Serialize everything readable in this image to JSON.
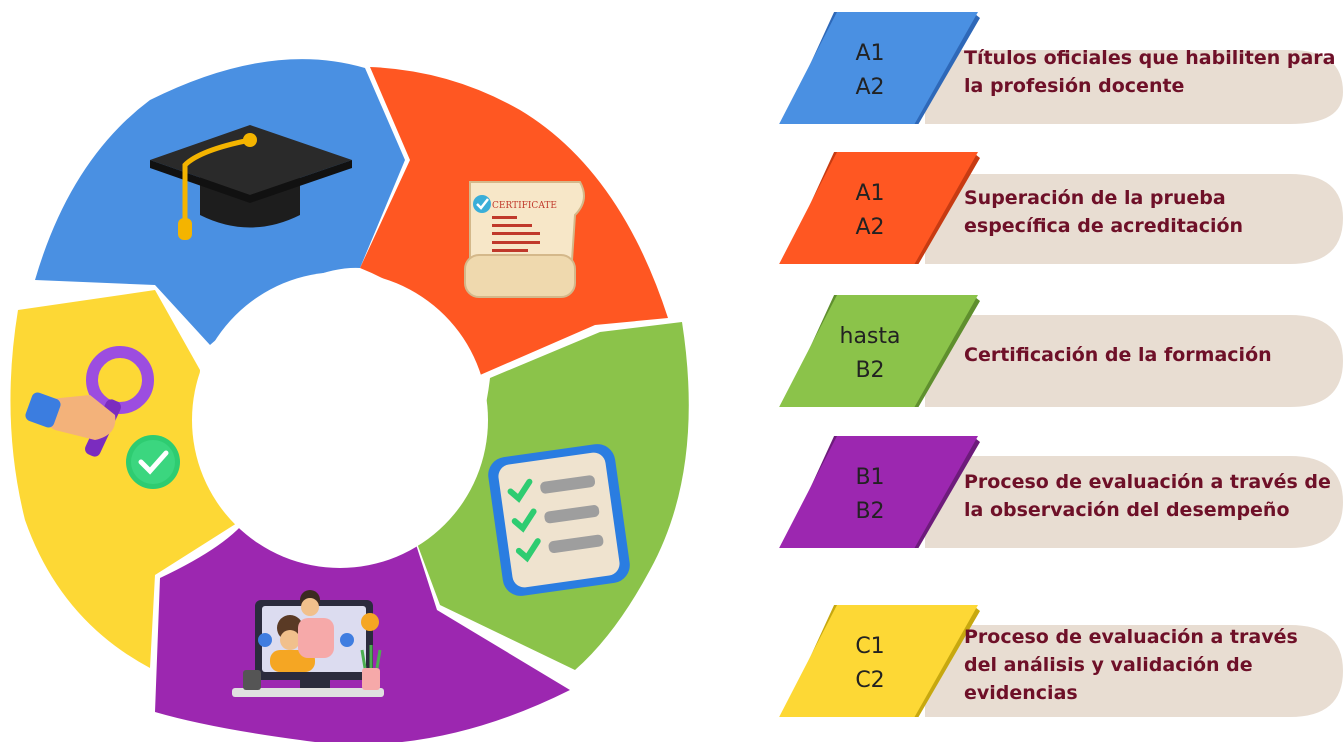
{
  "cycle_segments": [
    {
      "id": "titulos",
      "color": "#4a90e2",
      "icon": "graduation-cap-icon"
    },
    {
      "id": "prueba",
      "color": "#ff5722",
      "icon": "certificate-scroll-icon"
    },
    {
      "id": "formacion",
      "color": "#8bc34a",
      "icon": "checklist-icon"
    },
    {
      "id": "observacion",
      "color": "#9c27b0",
      "icon": "online-class-icon"
    },
    {
      "id": "evidencias",
      "color": "#fdd835",
      "icon": "magnifier-check-icon"
    }
  ],
  "certificate_text": "CERTIFICATE",
  "rows": [
    {
      "level_1": "A1",
      "level_2": "A2",
      "text": "Títulos oficiales que habiliten para la profesión docente",
      "color": "#4a90e2",
      "dark": "#2e68b8"
    },
    {
      "level_1": "A1",
      "level_2": "A2",
      "text": "Superación de la prueba específica de acreditación",
      "color": "#ff5722",
      "dark": "#c73b12"
    },
    {
      "level_1": "hasta",
      "level_2": "B2",
      "text": "Certificación de la formación",
      "color": "#8bc34a",
      "dark": "#5f8f2e"
    },
    {
      "level_1": "B1",
      "level_2": "B2",
      "text": "Proceso de evaluación a través de la observación del desempeño",
      "color": "#9c27b0",
      "dark": "#6d1b7b"
    },
    {
      "level_1": "C1",
      "level_2": "C2",
      "text": "Proceso de evaluación a través del análisis y validación de evidencias",
      "color": "#fdd835",
      "dark": "#c7a80f"
    }
  ],
  "beige": "#e8ddd2",
  "text_color": "#6e1028"
}
